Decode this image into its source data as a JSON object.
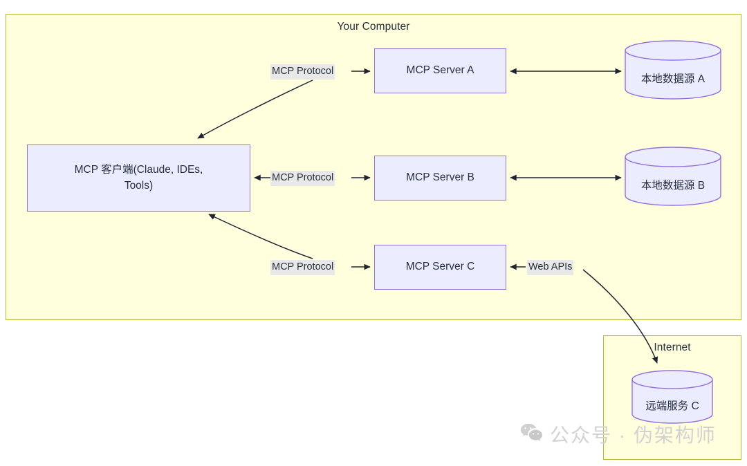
{
  "diagram": {
    "type": "architecture-flow",
    "clusters": [
      {
        "id": "your-computer",
        "title": "Your Computer"
      },
      {
        "id": "internet",
        "title": "Internet"
      }
    ],
    "nodes": {
      "client": {
        "label_line1": "MCP 客户端(Claude, IDEs,",
        "label_line2": "Tools)",
        "shape": "rect"
      },
      "server_a": {
        "label": "MCP Server A",
        "shape": "rect"
      },
      "server_b": {
        "label": "MCP Server B",
        "shape": "rect"
      },
      "server_c": {
        "label": "MCP Server C",
        "shape": "rect"
      },
      "datasource_a": {
        "label": "本地数据源 A",
        "shape": "cylinder"
      },
      "datasource_b": {
        "label": "本地数据源 B",
        "shape": "cylinder"
      },
      "remote_c": {
        "label": "远端服务 C",
        "shape": "cylinder"
      }
    },
    "edge_labels": {
      "protocol_a": "MCP Protocol",
      "protocol_b": "MCP Protocol",
      "protocol_c": "MCP Protocol",
      "web_apis": "Web APIs"
    },
    "colors": {
      "cluster_fill": "#ffffde",
      "cluster_stroke": "#b7b737",
      "node_fill": "#ececff",
      "node_stroke": "#9370db",
      "edge_stroke": "#1f2430",
      "edge_label_bg": "#e8e8e8",
      "text": "#26303b",
      "watermark": "#d2d2d2",
      "page_bg": "#ffffff"
    }
  },
  "watermark": {
    "icon": "wechat-icon",
    "text": "公众号 · 伪架构师"
  }
}
